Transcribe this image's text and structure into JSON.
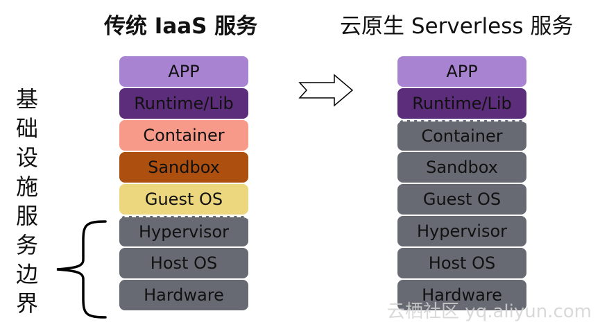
{
  "titles": {
    "left": "传统 IaaS 服务",
    "right": "云原生 Serverless 服务"
  },
  "side_label": [
    "基",
    "础",
    "设",
    "施",
    "服",
    "务",
    "边",
    "界"
  ],
  "left_stack": [
    {
      "label": "APP",
      "color": "#a883d1"
    },
    {
      "label": "Runtime/Lib",
      "color": "#5c2d7a"
    },
    {
      "label": "Container",
      "color": "#f79a8a"
    },
    {
      "label": "Sandbox",
      "color": "#ad4f0e"
    },
    {
      "label": "Guest OS",
      "color": "#ecd77e"
    },
    {
      "label": "Hypervisor",
      "color": "#676a72"
    },
    {
      "label": "Host OS",
      "color": "#676a72"
    },
    {
      "label": "Hardware",
      "color": "#676a72"
    }
  ],
  "right_stack": [
    {
      "label": "APP",
      "color": "#a883d1"
    },
    {
      "label": "Runtime/Lib",
      "color": "#5c2d7a"
    },
    {
      "label": "Container",
      "color": "#676a72"
    },
    {
      "label": "Sandbox",
      "color": "#676a72"
    },
    {
      "label": "Guest OS",
      "color": "#676a72"
    },
    {
      "label": "Hypervisor",
      "color": "#676a72"
    },
    {
      "label": "Host OS",
      "color": "#676a72"
    },
    {
      "label": "Hardware",
      "color": "#676a72"
    }
  ],
  "watermark": "云栖社区 yq.aliyun.com"
}
